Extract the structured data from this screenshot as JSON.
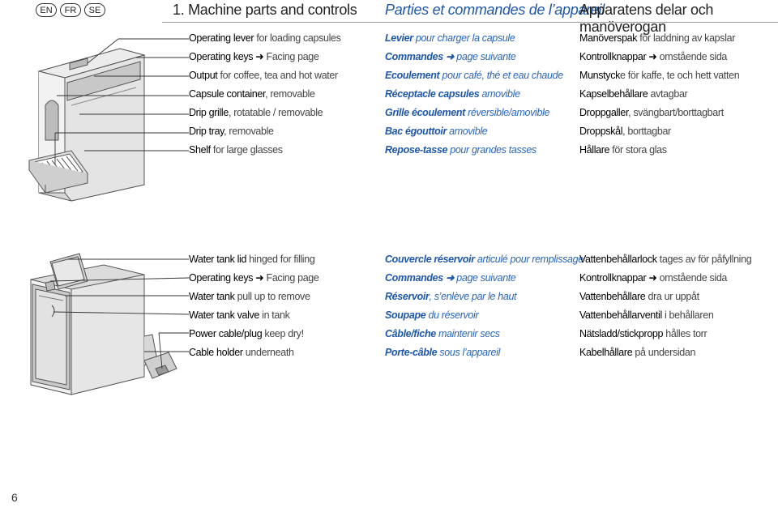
{
  "header": {
    "lang_badges": [
      "EN",
      "FR",
      "SE"
    ],
    "title_en": "1. Machine parts and controls",
    "title_fr": "Parties et commandes de l’appareil",
    "title_se": "Apparatens delar och manöverogan"
  },
  "section1": {
    "en": [
      {
        "bold": "Operating lever",
        "rest": " for loading capsules"
      },
      {
        "bold": "Operating keys ➜",
        "rest": " Facing page"
      },
      {
        "bold": "Output",
        "rest": " for coffee, tea and hot water"
      },
      {
        "bold": "Capsule container",
        "rest": ", removable"
      },
      {
        "bold": "Drip grille",
        "rest": ", rotatable / removable"
      },
      {
        "bold": "Drip tray",
        "rest": ", removable"
      },
      {
        "bold": "Shelf",
        "rest": " for large glasses"
      }
    ],
    "fr": [
      {
        "bold": "Levier",
        "rest": " pour charger la capsule"
      },
      {
        "bold": "Commandes ➜",
        "rest": " page suivante"
      },
      {
        "bold": "Ecoulement",
        "rest": " pour café, thé et eau chaude"
      },
      {
        "bold": "Réceptacle capsules",
        "rest": " amovible"
      },
      {
        "bold": "Grille écoulement",
        "rest": " réversible/amovible"
      },
      {
        "bold": "Bac égouttoir",
        "rest": " amovible"
      },
      {
        "bold": "Repose-tasse",
        "rest": " pour grandes tasses"
      }
    ],
    "se": [
      {
        "bold": "Manöverspak",
        "rest": " för laddning av kapslar"
      },
      {
        "bold": "Kontrollknappar ➜",
        "rest": " omstående sida"
      },
      {
        "bold": "Munstyck",
        "rest": "e för kaffe, te och hett vatten"
      },
      {
        "bold": "Kapselbehållare",
        "rest": " avtagbar"
      },
      {
        "bold": "Droppgaller",
        "rest": ", svängbart/borttagbart"
      },
      {
        "bold": "Droppskål",
        "rest": ", borttagbar"
      },
      {
        "bold": "Hållare",
        "rest": " för stora glas"
      }
    ]
  },
  "section2": {
    "en": [
      {
        "bold": "Water tank lid",
        "rest": " hinged for filling"
      },
      {
        "bold": "Operating keys ➜",
        "rest": " Facing page"
      },
      {
        "bold": "Water tank",
        "rest": " pull up to remove"
      },
      {
        "bold": "Water tank valve",
        "rest": " in tank"
      },
      {
        "bold": "Power cable/plug",
        "rest": " keep dry!"
      },
      {
        "bold": "Cable holder",
        "rest": " underneath"
      }
    ],
    "fr": [
      {
        "bold": "Couvercle réservoir",
        "rest": " articulé pour remplissage"
      },
      {
        "bold": "Commandes ➜",
        "rest": " page suivante"
      },
      {
        "bold": "Réservoir",
        "rest": ", s’enlève par le haut"
      },
      {
        "bold": "Soupape",
        "rest": " du réservoir"
      },
      {
        "bold": "Câble/fiche",
        "rest": " maintenir secs"
      },
      {
        "bold": "Porte-câble",
        "rest": " sous l’appareil"
      }
    ],
    "se": [
      {
        "bold": "Vattenbehållarlock",
        "rest": " tages av för påfyllning"
      },
      {
        "bold": "Kontrollknappar ➜",
        "rest": " omstående sida"
      },
      {
        "bold": "Vattenbehållare",
        "rest": " dra ur uppåt"
      },
      {
        "bold": "Vattenbehållarventil",
        "rest": " i behållaren"
      },
      {
        "bold": "Nätsladd/stickpropp",
        "rest": " hålles torr"
      },
      {
        "bold": "Kabelhållare",
        "rest": " på undersidan"
      }
    ]
  },
  "footer": {
    "page_number": "6"
  }
}
